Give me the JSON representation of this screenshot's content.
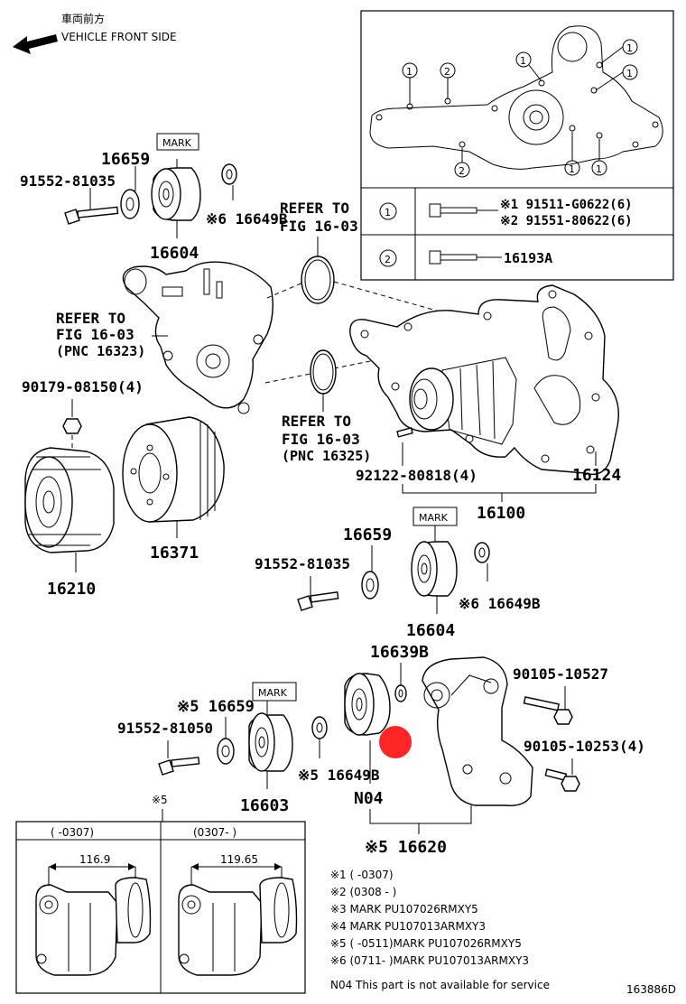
{
  "header": {
    "front_jp": "車両前方",
    "front_en": "VEHICLE FRONT SIDE"
  },
  "inset": {
    "table": [
      {
        "symbol": "1",
        "lines": [
          "※1 91511-G0622(6)",
          "※2 91551-80622(6)"
        ]
      },
      {
        "symbol": "2",
        "lines": [
          "16193A"
        ]
      }
    ]
  },
  "labels": {
    "p16659_top": "16659",
    "mark_top": "MARK",
    "p91552_81035_top": "91552-81035",
    "p16604_top": "16604",
    "p16649b_top": "※6 16649B",
    "refer_top_1": "REFER TO",
    "refer_top_2": "FIG 16-03",
    "refer_left_1": "REFER TO",
    "refer_left_2": "FIG 16-03",
    "refer_left_3": "(PNC 16323)",
    "refer_mid_1": "REFER TO",
    "refer_mid_2": "FIG 16-03",
    "refer_mid_3": "(PNC 16325)",
    "p90179": "90179-08150(4)",
    "p92122": "92122-80818(4)",
    "p16124": "16124",
    "p16100": "16100",
    "p16210": "16210",
    "p16371": "16371",
    "p16659_mid": "16659",
    "mark_mid": "MARK",
    "p91552_81035_mid": "91552-81035",
    "p16649b_mid": "※6 16649B",
    "p16604_mid": "16604",
    "p16639b": "16639B",
    "p90105_10527": "90105-10527",
    "p90105_10253": "90105-10253(4)",
    "p16659_bot": "※5 16659",
    "mark_bot": "MARK",
    "p91552_81050": "91552-81050",
    "p16649b_bot": "※5 16649B",
    "p16603": "16603",
    "n04": "N04",
    "p16620": "※5 16620",
    "note5_top": "※5"
  },
  "bottom_panels": [
    {
      "header": "(     -0307)",
      "dimension": "116.9"
    },
    {
      "header": "(0307-     )",
      "dimension": "119.65"
    }
  ],
  "notes": [
    "※1 (      -0307)",
    "※2 (0308 -      )",
    "※3 MARK PU107026RMXY5",
    "※4 MARK PU107013ARMXY3",
    "※5 (      -0511)MARK PU107026RMXY5",
    "※6 (0711-      )MARK PU107013ARMXY3"
  ],
  "footer": {
    "note": "N04 This part is not available for service",
    "code": "163886D"
  }
}
